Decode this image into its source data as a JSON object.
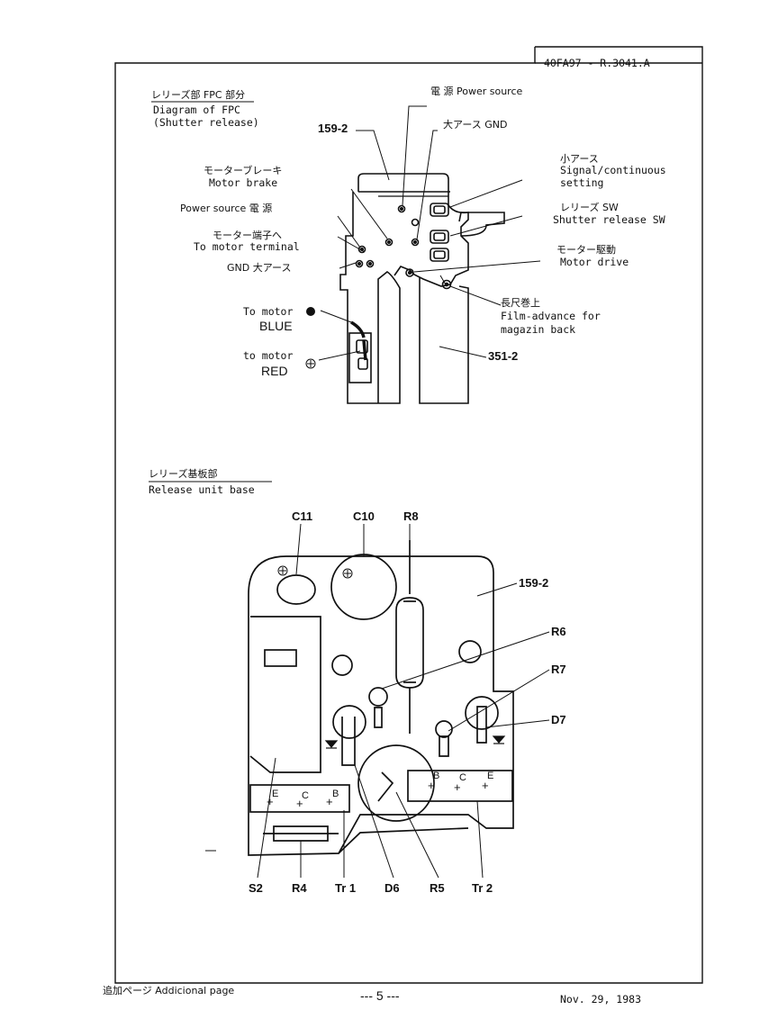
{
  "header": {
    "doc_number": "40FA97 - R.3041.A"
  },
  "fpc_section": {
    "title_jp": "レリーズ部 FPC 部分",
    "title_en_line1": "Diagram of FPC",
    "title_en_line2": "(Shutter release)",
    "part_159": "159-2",
    "part_351": "351-2",
    "labels": {
      "power_source_top": "電 源 Power source",
      "big_gnd": "大アース GND",
      "small_ground_jp": "小アース",
      "signal_line1": "Signal/continuous",
      "signal_line2": "setting",
      "motor_brake_jp": "モーターブレーキ",
      "motor_brake_en": "Motor brake",
      "release_sw_jp": "レリーズ SW",
      "release_sw_en": "Shutter release SW",
      "power_source_left": "Power source 電  源",
      "motor_terminal_jp": "モーター端子へ",
      "motor_terminal_en": "To motor terminal",
      "gnd_left": "GND 大アース",
      "motor_drive_jp": "モーター駆動",
      "motor_drive_en": "Motor drive",
      "long_wind_jp": "長尺巻上",
      "film_advance_line1": "Film-advance for",
      "film_advance_line2": "magazin back",
      "to_motor_1": "To motor",
      "blue": "BLUE",
      "to_motor_2": "to motor",
      "red": "RED"
    }
  },
  "release_section": {
    "title_jp": "レリーズ基板部",
    "title_en": "Release unit base",
    "components": {
      "c11": "C11",
      "c10": "C10",
      "r8": "R8",
      "p159": "159-2",
      "r6": "R6",
      "r7": "R7",
      "d7": "D7",
      "s2": "S2",
      "r4": "R4",
      "tr1": "Tr 1",
      "d6": "D6",
      "r5": "R5",
      "tr2": "Tr 2"
    },
    "pins": {
      "e": "E",
      "c": "C",
      "b": "B"
    }
  },
  "footer": {
    "additional_page": "追加ページ  Addicional page",
    "page_number": "--- 5 ---",
    "date": "Nov. 29, 1983"
  }
}
